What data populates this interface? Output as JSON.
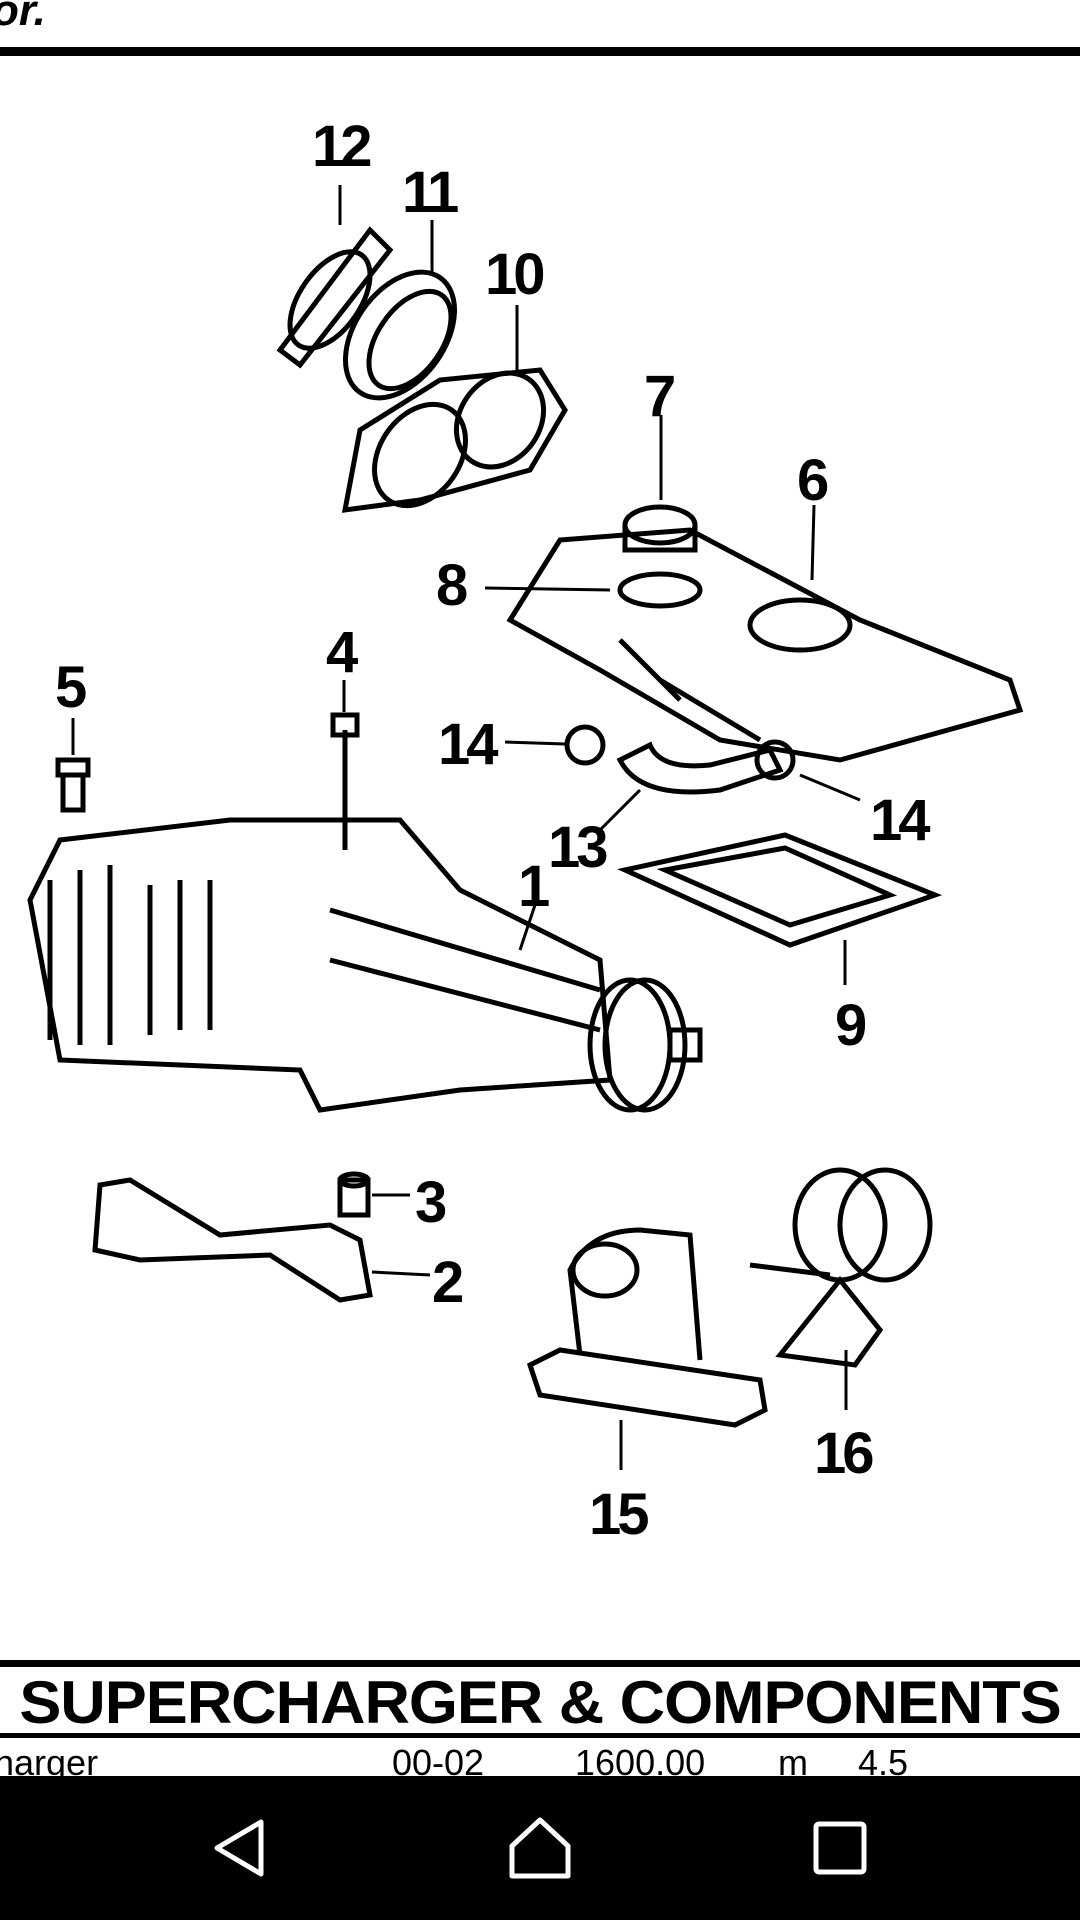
{
  "header": {
    "fragment": "or."
  },
  "diagram": {
    "callouts": [
      "1",
      "2",
      "3",
      "4",
      "5",
      "6",
      "7",
      "8",
      "9",
      "10",
      "11",
      "12",
      "13",
      "14",
      "14",
      "15",
      "16"
    ]
  },
  "section_title": "SUPERCHARGER & COMPONENTS",
  "table_row": {
    "name": "harger",
    "code": "00-02",
    "price": "1600.00",
    "unit": "m",
    "qty": "4.5"
  },
  "nav": {
    "back": "back",
    "home": "home",
    "recents": "recents"
  }
}
